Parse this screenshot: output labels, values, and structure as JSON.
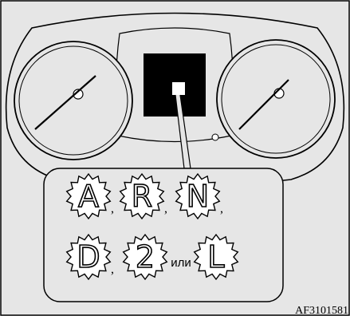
{
  "figure": {
    "background_color": "#e6e6e6",
    "line_color": "#000000",
    "display_color": "#000000",
    "indicator_color": "#ffffff",
    "figure_code": "AF3101581"
  },
  "indicators": [
    {
      "symbol": "A",
      "suffix": ","
    },
    {
      "symbol": "R",
      "suffix": ","
    },
    {
      "symbol": "N",
      "suffix": ","
    },
    {
      "symbol": "D",
      "suffix": ","
    },
    {
      "symbol": "2",
      "suffix": ""
    },
    {
      "symbol": "L",
      "suffix": ""
    }
  ],
  "connector_text": "или"
}
